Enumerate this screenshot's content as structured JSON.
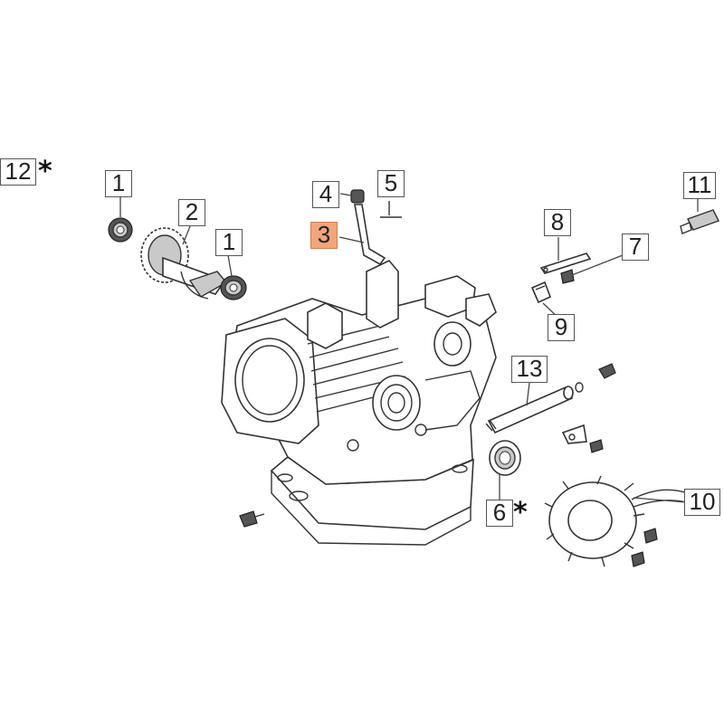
{
  "callouts": [
    {
      "id": "12",
      "label": "12",
      "star": true,
      "active": false
    },
    {
      "id": "1a",
      "label": "1",
      "star": false,
      "active": false
    },
    {
      "id": "2",
      "label": "2",
      "star": false,
      "active": false
    },
    {
      "id": "1b",
      "label": "1",
      "star": false,
      "active": false
    },
    {
      "id": "4",
      "label": "4",
      "star": false,
      "active": false
    },
    {
      "id": "5",
      "label": "5",
      "star": false,
      "active": false
    },
    {
      "id": "3",
      "label": "3",
      "star": false,
      "active": true
    },
    {
      "id": "8",
      "label": "8",
      "star": false,
      "active": false
    },
    {
      "id": "7",
      "label": "7",
      "star": false,
      "active": false
    },
    {
      "id": "9",
      "label": "9",
      "star": false,
      "active": false
    },
    {
      "id": "11",
      "label": "11",
      "star": false,
      "active": false
    },
    {
      "id": "13",
      "label": "13",
      "star": false,
      "active": false
    },
    {
      "id": "6",
      "label": "6",
      "star": true,
      "active": false
    },
    {
      "id": "10",
      "label": "10",
      "star": false,
      "active": false
    }
  ],
  "star_symbol": "*",
  "colors": {
    "highlight": "#f3a57a",
    "highlight_border": "#d07f50",
    "line": "#333333",
    "part_fill": "#ffffff"
  }
}
